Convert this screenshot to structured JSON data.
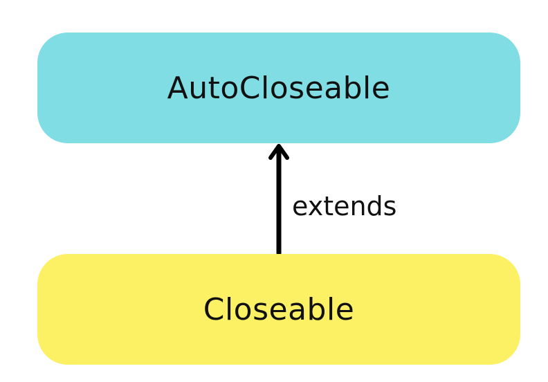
{
  "nodes": {
    "top": {
      "label": "AutoCloseable",
      "color": "#80dde4"
    },
    "bottom": {
      "label": "Closeable",
      "color": "#fcf064"
    }
  },
  "edge": {
    "label": "extends",
    "color": "#000000"
  }
}
